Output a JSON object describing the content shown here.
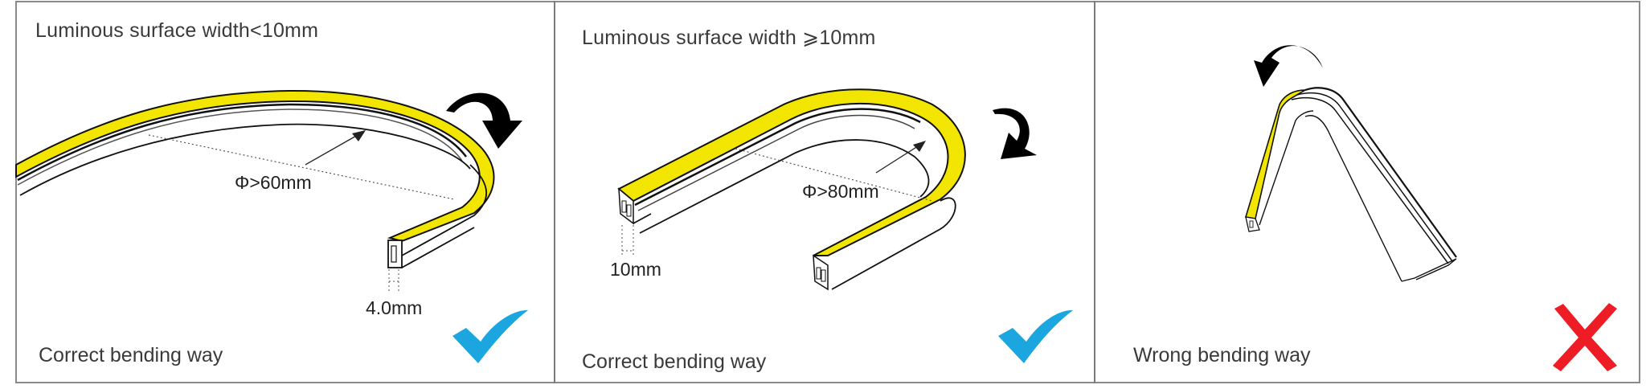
{
  "colors": {
    "luminous_yellow": "#F2E600",
    "check_blue": "#1BA6E0",
    "cross_red": "#EE1C24",
    "outline": "#111111",
    "text": "#3A3A3A",
    "frame": "#8A8A8A"
  },
  "panels": [
    {
      "title": "Luminous surface width<10mm",
      "diameter_label": "Φ>60mm",
      "width_label": "4.0mm",
      "caption": "Correct bending way",
      "verdict_icon": "checkmark-icon",
      "verdict": "correct"
    },
    {
      "title": "Luminous surface width ⩾10mm",
      "diameter_label": "Φ>80mm",
      "width_label": "10mm",
      "caption": "Correct bending way",
      "verdict_icon": "checkmark-icon",
      "verdict": "correct"
    },
    {
      "title": "",
      "caption": "Wrong bending way",
      "verdict_icon": "cross-icon",
      "verdict": "wrong"
    }
  ]
}
